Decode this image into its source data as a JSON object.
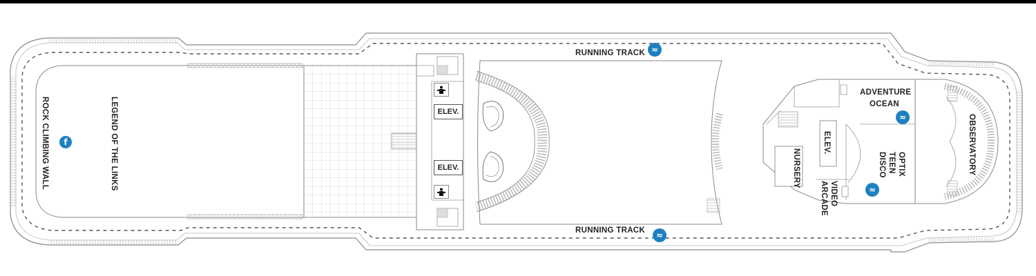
{
  "deck": {
    "labels": {
      "running_track_top": "RUNNING TRACK",
      "running_track_bottom": "RUNNING TRACK",
      "rock_climbing_wall": "ROCK CLIMBING WALL",
      "legend_of_the_links": "LEGEND OF THE LINKS",
      "elevator_top": "ELEV.",
      "elevator_bottom": "ELEV.",
      "elevator_aft": "ELEV.",
      "adventure_ocean_line1": "ADVENTURE",
      "adventure_ocean_line2": "OCEAN",
      "nursery": "NURSERY",
      "optix_teen_disco_line1": "OPTIX",
      "optix_teen_disco_line2": "TEEN",
      "optix_teen_disco_line3": "DISCO",
      "video_arcade_line1": "VIDEO",
      "video_arcade_line2": "ARCADE",
      "observatory": "OBSERVATORY"
    },
    "icons": {
      "running_track_top": "running-icon",
      "running_track_bottom": "running-icon",
      "rock_climbing_wall": "climbing-icon",
      "adventure_ocean": "kids-club-icon",
      "optix_teen_disco": "teen-club-icon",
      "restroom_top": "restroom-icon",
      "restroom_bottom": "restroom-icon"
    },
    "colors": {
      "outline": "#8a8a8a",
      "icon_blue": "#1e7fc1",
      "text": "#222222"
    }
  }
}
